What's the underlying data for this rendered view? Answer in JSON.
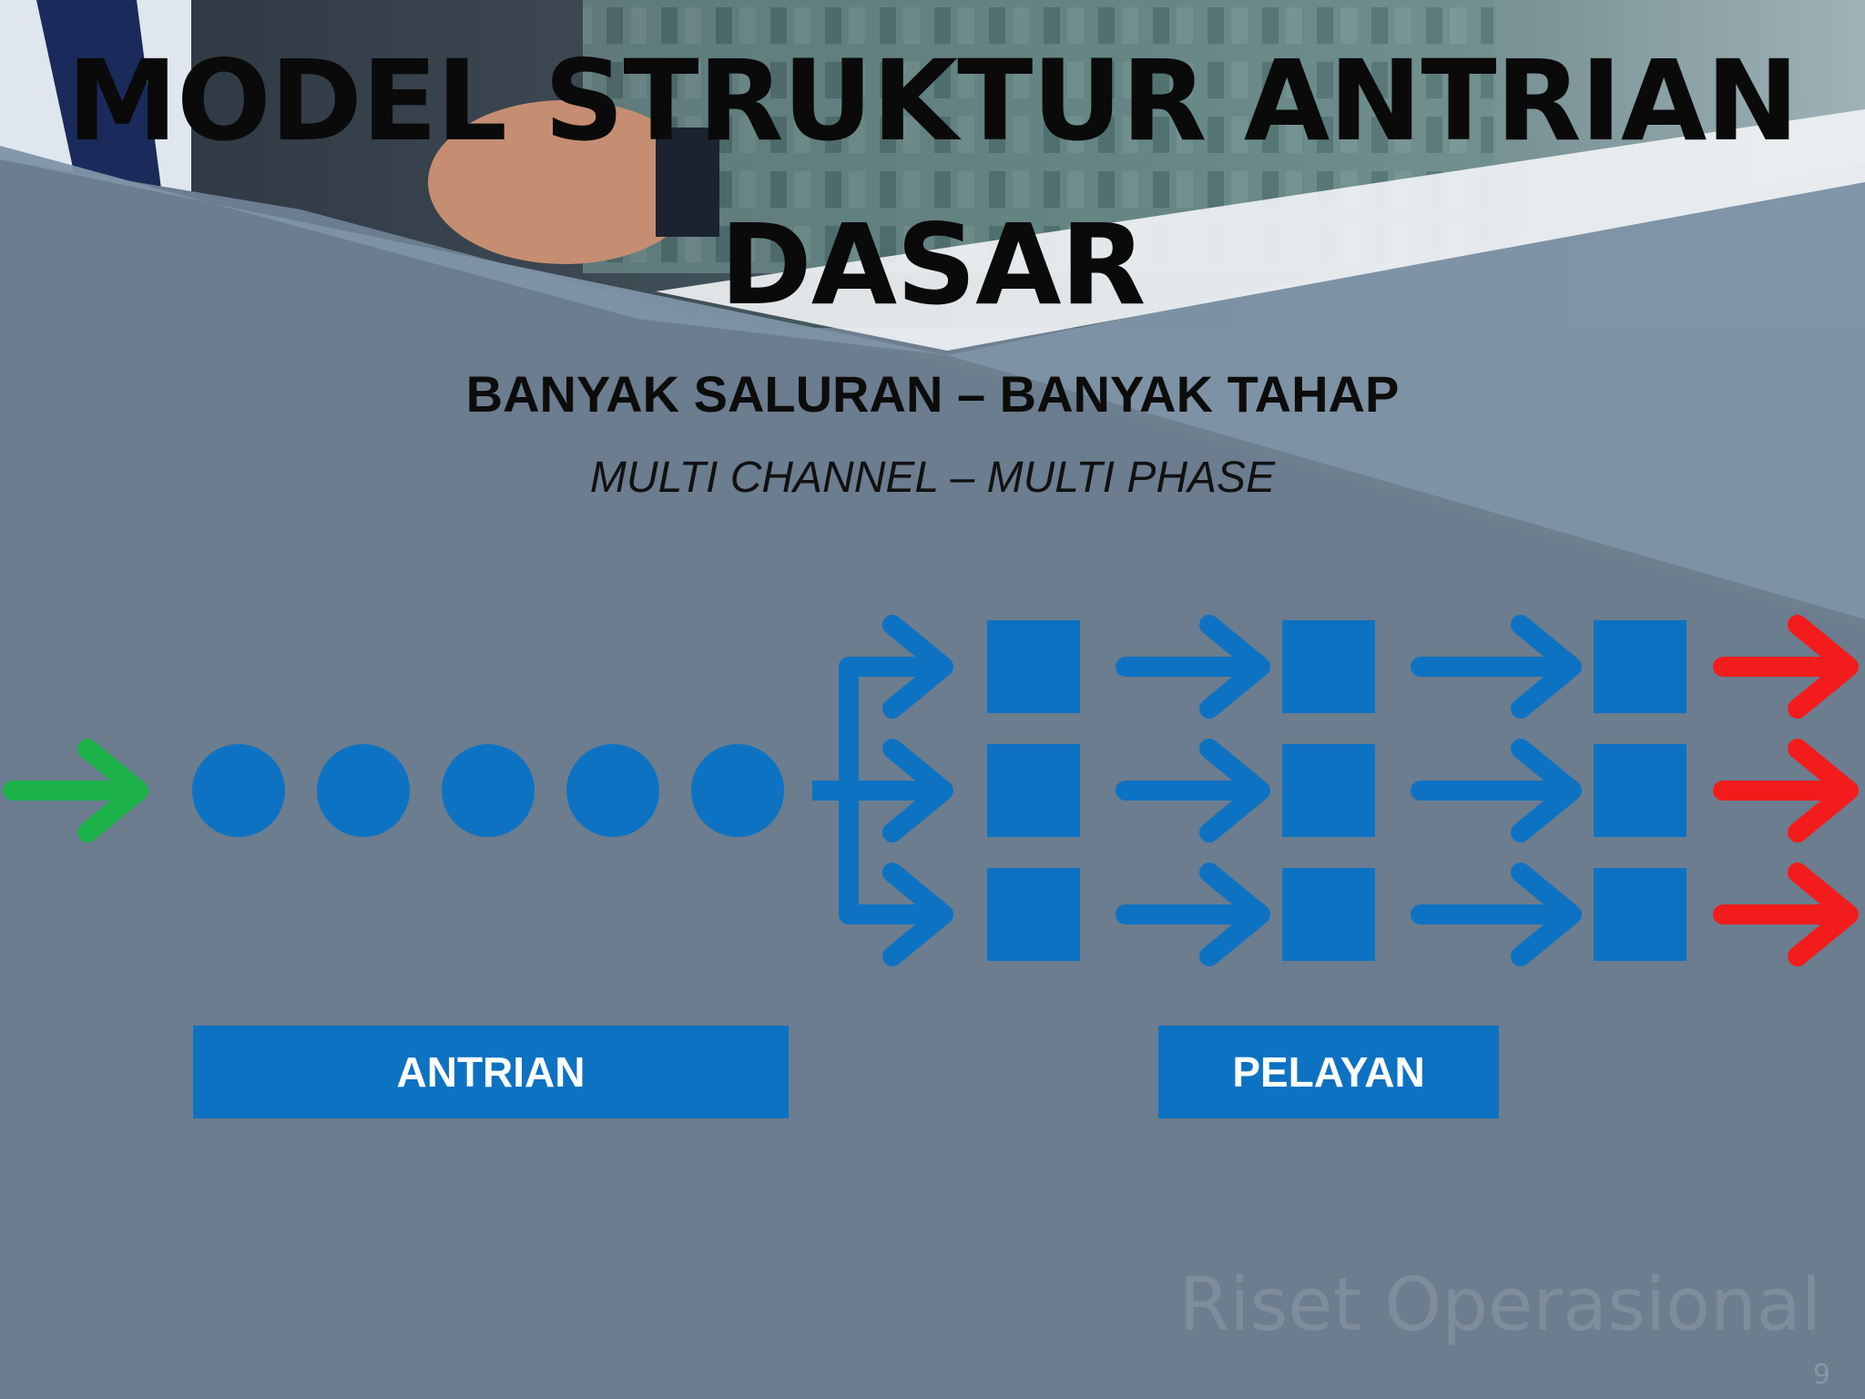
{
  "slide": {
    "title_line1": "MODEL STRUKTUR ANTRIAN",
    "title_line2": "DASAR",
    "subtitle": "BANYAK SALURAN – BANYAK TAHAP",
    "subtitle_en": "MULTI CHANNEL – MULTI PHASE",
    "label_queue": "ANTRIAN",
    "label_server": "PELAYAN",
    "footer": "Riset Operasional",
    "page_number": "9"
  },
  "diagram": {
    "queue_count": 5,
    "channels": 3,
    "phases": 3,
    "colors": {
      "arrival": "#1db34a",
      "flow": "#0e72c2",
      "departure": "#f21c1c"
    }
  }
}
